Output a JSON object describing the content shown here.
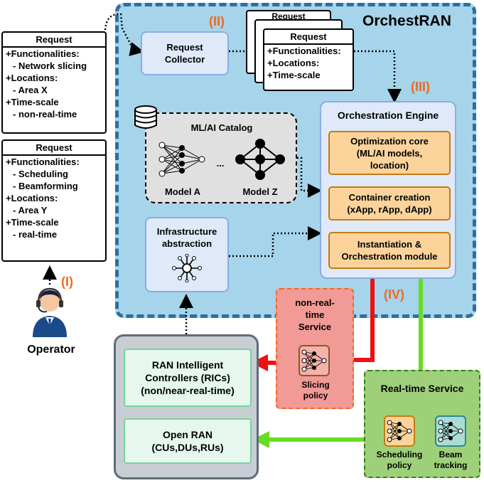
{
  "orchestran": {
    "title": "OrchestRAN"
  },
  "labels": {
    "i": "(I)",
    "ii": "(II)",
    "iii": "(III)",
    "iv": "(IV)"
  },
  "request_1": {
    "header": "Request",
    "lines": [
      {
        "text": "+Functionalities:",
        "sub": false
      },
      {
        "text": "- Network slicing",
        "sub": true
      },
      {
        "text": "+Locations:",
        "sub": false
      },
      {
        "text": "- Area X",
        "sub": true
      },
      {
        "text": "+Time-scale",
        "sub": false
      },
      {
        "text": "- non-real-time",
        "sub": true
      }
    ]
  },
  "request_2": {
    "header": "Request",
    "lines": [
      {
        "text": "+Functionalities:",
        "sub": false
      },
      {
        "text": "- Scheduling",
        "sub": true
      },
      {
        "text": "- Beamforming",
        "sub": true
      },
      {
        "text": "+Locations:",
        "sub": false
      },
      {
        "text": "- Area Y",
        "sub": true
      },
      {
        "text": "+Time-scale",
        "sub": false
      },
      {
        "text": "- real-time",
        "sub": true
      }
    ]
  },
  "stack_request": {
    "header": "Request",
    "back_header": "Request",
    "lines": [
      {
        "text": "+Functionalities:",
        "sub": false
      },
      {
        "text": "+Locations:",
        "sub": false
      },
      {
        "text": "+Time-scale",
        "sub": false
      }
    ]
  },
  "operator": {
    "label": "Operator"
  },
  "request_collector": {
    "label": "Request\nCollector"
  },
  "catalog": {
    "title": "ML/AI Catalog",
    "model_a": "Model A",
    "model_z": "Model Z",
    "ellipsis": "..."
  },
  "infrastructure": {
    "label": "Infrastructure\nabstraction"
  },
  "engine": {
    "title": "Orchestration Engine",
    "modules": [
      "Optimization core\n(ML/AI models,\nlocation)",
      "Container creation\n(xApp, rApp, dApp)",
      "Instantiation &\nOrchestration module"
    ]
  },
  "nonrt_service": {
    "title": "non-real-\ntime\nService",
    "policy": "Slicing\npolicy"
  },
  "rt_service": {
    "title": "Real-time Service",
    "policy_1": "Scheduling\npolicy",
    "policy_2": "Beam\ntracking"
  },
  "ran": {
    "rics": "RAN Intelligent\nControllers (RICs)\n(non/near-real-time)",
    "open_ran": "Open RAN\n(CUs,DUs,RUs)"
  },
  "colors": {
    "orch_bg": "#a6d4ea",
    "orch_border": "#2c6fa1",
    "accent": "#ee6a1f",
    "module_fill": "#fbd39b",
    "red_arrow": "#ee1111",
    "green_arrow": "#66dd22"
  }
}
